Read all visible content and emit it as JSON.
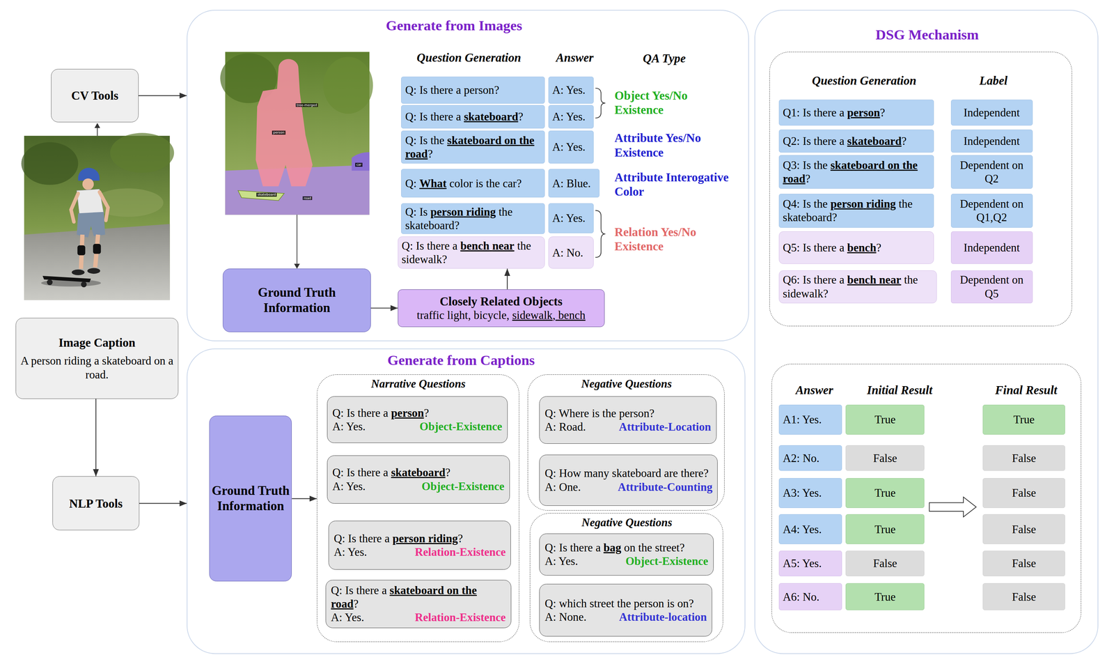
{
  "diagram": {
    "nodes": [
      {
        "text": [
          "CV Tools"
        ]
      },
      {
        "text": [
          "Image Caption",
          "A person riding a skateboard on a road."
        ]
      },
      {
        "text": [
          "NLP Tools"
        ]
      },
      {
        "text": [
          "Generate from Images"
        ]
      },
      {
        "text": [
          "Q: Is there a person?"
        ],
        "in": 3
      },
      {
        "text": [
          "A: Yes."
        ],
        "in": 3
      },
      {
        "text": [
          "Q: Is there a skateboard?"
        ],
        "in": 3
      },
      {
        "text": [
          "A: Yes."
        ],
        "in": 3
      },
      {
        "text": [
          "Q: Is the skateboard on the road?"
        ],
        "in": 3
      },
      {
        "text": [
          "A: Yes."
        ],
        "in": 3
      },
      {
        "text": [
          "Q: What color is the car?"
        ],
        "in": 3
      },
      {
        "text": [
          "A: Blue."
        ],
        "in": 3
      },
      {
        "text": [
          "Q: Is person riding the skateboard?"
        ],
        "in": 3
      },
      {
        "text": [
          "A: Yes."
        ],
        "in": 3
      },
      {
        "text": [
          "Q: Is there a bench near the sidewalk?"
        ],
        "in": 3
      },
      {
        "text": [
          "A: No."
        ],
        "in": 3
      },
      {
        "text": [
          "Ground Truth Information"
        ],
        "in": 3
      },
      {
        "text": [
          "Closely Related Objects",
          "traffic light, bicycle, sidewalk, bench"
        ],
        "in": 3
      },
      {
        "text": [
          "Generate from Captions"
        ]
      },
      {
        "text": [
          "Ground Truth Information"
        ],
        "in": 18
      },
      {
        "text": [
          "Narrative Questions"
        ],
        "in": 18
      },
      {
        "text": [
          "Q: Is there a person?",
          "A: Yes.",
          "Object-Existence"
        ],
        "in": 20
      },
      {
        "text": [
          "Q: Is there a skateboard?",
          "A: Yes.",
          "Object-Existence"
        ],
        "in": 20
      },
      {
        "text": [
          "Q: Is there a person riding?",
          "A: Yes.",
          "Relation-Existence"
        ],
        "in": 20
      },
      {
        "text": [
          "Q: Is there a skateboard on the road?",
          "A: Yes.",
          "Relation-Existence"
        ],
        "in": 20
      },
      {
        "text": [
          "Negative Questions"
        ],
        "in": 18
      },
      {
        "text": [
          "Q: Where is the person?",
          "A: Road.",
          "Attribute-Location"
        ],
        "in": 25
      },
      {
        "text": [
          "Q: How many skateboard are there?",
          "A: One.",
          "Attribute-Counting"
        ],
        "in": 25
      },
      {
        "text": [
          "Negative Questions"
        ],
        "in": 18
      },
      {
        "text": [
          "Q: Is there a bag on the street?",
          "A: Yes.",
          "Object-Existence"
        ],
        "in": 28
      },
      {
        "text": [
          "Q: which street the person is on?",
          "A: None.",
          "Attribute-location"
        ],
        "in": 28
      },
      {
        "text": [
          "DSG Mechanism"
        ]
      },
      {
        "text": [
          "Question Generation",
          "Label"
        ],
        "in": 31
      },
      {
        "text": [
          "Q1: Is there a person?"
        ],
        "in": 32
      },
      {
        "text": [
          "Independent"
        ],
        "in": 32
      },
      {
        "text": [
          "Q2: Is there a skateboard?"
        ],
        "in": 32
      },
      {
        "text": [
          "Independent"
        ],
        "in": 32
      },
      {
        "text": [
          "Q3: Is the skateboard on the road?"
        ],
        "in": 32
      },
      {
        "text": [
          "Dependent on Q2"
        ],
        "in": 32
      },
      {
        "text": [
          "Q4: Is the person riding the skateboard?"
        ],
        "in": 32
      },
      {
        "text": [
          "Dependent on Q1,Q2"
        ],
        "in": 32
      },
      {
        "text": [
          "Q5: Is there a bench?"
        ],
        "in": 32
      },
      {
        "text": [
          "Independent"
        ],
        "in": 32
      },
      {
        "text": [
          "Q6: Is there a bench near the sidewalk?"
        ],
        "in": 32
      },
      {
        "text": [
          "Dependent on Q5"
        ],
        "in": 32
      },
      {
        "text": [
          "Answer",
          "Initial Result",
          "Final Result"
        ],
        "in": 31
      },
      {
        "text": [
          "A1: Yes."
        ],
        "in": 45
      },
      {
        "text": [
          "True"
        ],
        "in": 45
      },
      {
        "text": [
          "True"
        ],
        "in": 45
      },
      {
        "text": [
          "A2: No."
        ],
        "in": 45
      },
      {
        "text": [
          "False"
        ],
        "in": 45
      },
      {
        "text": [
          "False"
        ],
        "in": 45
      },
      {
        "text": [
          "A3: Yes."
        ],
        "in": 45
      },
      {
        "text": [
          "True"
        ],
        "in": 45
      },
      {
        "text": [
          "False"
        ],
        "in": 45
      },
      {
        "text": [
          "A4: Yes."
        ],
        "in": 45
      },
      {
        "text": [
          "True"
        ],
        "in": 45
      },
      {
        "text": [
          "False"
        ],
        "in": 45
      },
      {
        "text": [
          "A5: Yes."
        ],
        "in": 45
      },
      {
        "text": [
          "False"
        ],
        "in": 45
      },
      {
        "text": [
          "False"
        ],
        "in": 45
      },
      {
        "text": [
          "A6: No."
        ],
        "in": 45
      },
      {
        "text": [
          "True"
        ],
        "in": 45
      },
      {
        "text": [
          "False"
        ],
        "in": 45
      }
    ],
    "edges": [
      {
        "from": 0,
        "to": 3,
        "arrow": "to"
      },
      {
        "from": 1,
        "to": 2,
        "arrow": "to"
      },
      {
        "from": 2,
        "to": 18,
        "arrow": "to"
      },
      {
        "from": 16,
        "to": 17,
        "arrow": "to"
      },
      {
        "from": 17,
        "to": 14,
        "arrow": "to"
      },
      {
        "from": 19,
        "to": 20,
        "arrow": "to"
      }
    ],
    "labels": [
      "Question Generation",
      "Answer",
      "QA Type",
      "Object Yes/No Existence",
      "Attribute Yes/No Existence",
      "Attribute Interogative Color",
      "Relation Yes/No Existence",
      "tree-merged",
      "person",
      "car",
      "skateboard",
      "road"
    ]
  }
}
